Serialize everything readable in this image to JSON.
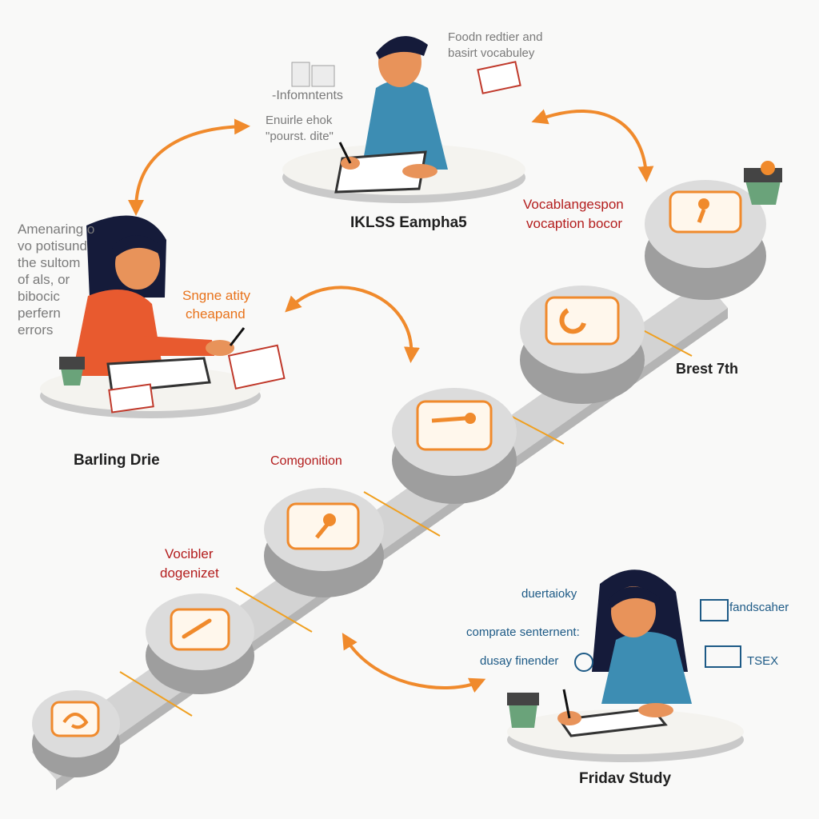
{
  "colors": {
    "accent_orange": "#f08a2c",
    "label_red": "#b31d1d",
    "label_orange": "#e8731c",
    "note_blue": "#1d5a86",
    "stone": "#dcdcdc",
    "stone_dark": "#9e9e9e",
    "skin": "#e8935a",
    "shirt_blue": "#3d8db3",
    "shirt_red": "#e85a2f",
    "hair": "#151b3a"
  },
  "top": {
    "caption": "IKLSS Eampha5",
    "note_left_1": "-Infomntents",
    "note_left_2": "Enuirle ehok",
    "note_left_3": "\"pourst. dite\"",
    "note_right_1": "Foodn redtier and",
    "note_right_2": "basirt vocabuley"
  },
  "left": {
    "caption": "Barling Drie",
    "paragraph": [
      "Amenaring o",
      "vo potisund",
      "the sultom",
      "of als, or",
      "bibocic",
      "perfern",
      "errors"
    ],
    "orange_note_1": "Sngne atity",
    "orange_note_2": "cheapand"
  },
  "path": {
    "label_vocab_1": "Vocablangespon",
    "label_vocab_2": "vocaption bocor",
    "label_brest": "Brest 7th",
    "label_composition": "Comgonition",
    "label_vocibler_1": "Vocibler",
    "label_vocibler_2": "dogenizet",
    "step_icons": [
      "swirl-icon",
      "brush-icon",
      "key-icon",
      "mug-icon",
      "key-icon"
    ]
  },
  "bottom": {
    "caption": "Fridav Study",
    "note_1": "duertaioky",
    "note_2": "comprate senternent:",
    "note_3": "dusay finender",
    "note_4": "fandscaher",
    "note_5": "TSEX"
  }
}
